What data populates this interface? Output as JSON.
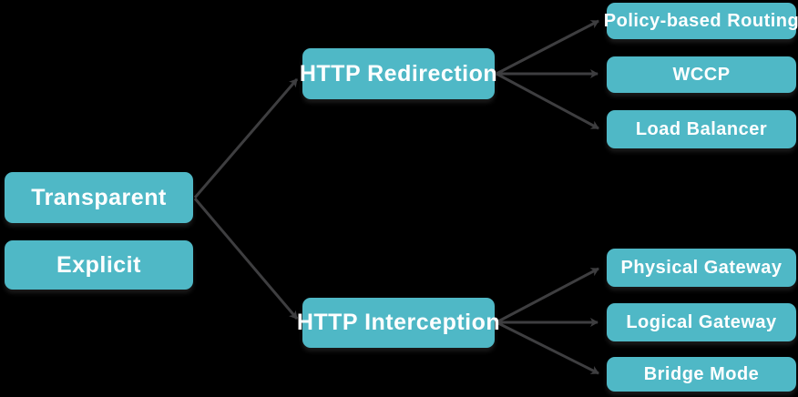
{
  "colors": {
    "background": "#000000",
    "box_fill": "#4FB8C6",
    "box_text": "#FFFFFF",
    "arrow": "#3E3E40"
  },
  "nodes": {
    "transparent": {
      "label": "Transparent"
    },
    "explicit": {
      "label": "Explicit"
    },
    "http_redirection": {
      "label": "HTTP Redirection"
    },
    "http_interception": {
      "label": "HTTP Interception"
    },
    "policy_based_routing": {
      "label": "Policy-based Routing"
    },
    "wccp": {
      "label": "WCCP"
    },
    "load_balancer": {
      "label": "Load Balancer"
    },
    "physical_gateway": {
      "label": "Physical Gateway"
    },
    "logical_gateway": {
      "label": "Logical Gateway"
    },
    "bridge_mode": {
      "label": "Bridge Mode"
    }
  },
  "edges": [
    {
      "from": "transparent",
      "to": "http_redirection"
    },
    {
      "from": "transparent",
      "to": "http_interception"
    },
    {
      "from": "http_redirection",
      "to": "policy_based_routing"
    },
    {
      "from": "http_redirection",
      "to": "wccp"
    },
    {
      "from": "http_redirection",
      "to": "load_balancer"
    },
    {
      "from": "http_interception",
      "to": "physical_gateway"
    },
    {
      "from": "http_interception",
      "to": "logical_gateway"
    },
    {
      "from": "http_interception",
      "to": "bridge_mode"
    }
  ]
}
